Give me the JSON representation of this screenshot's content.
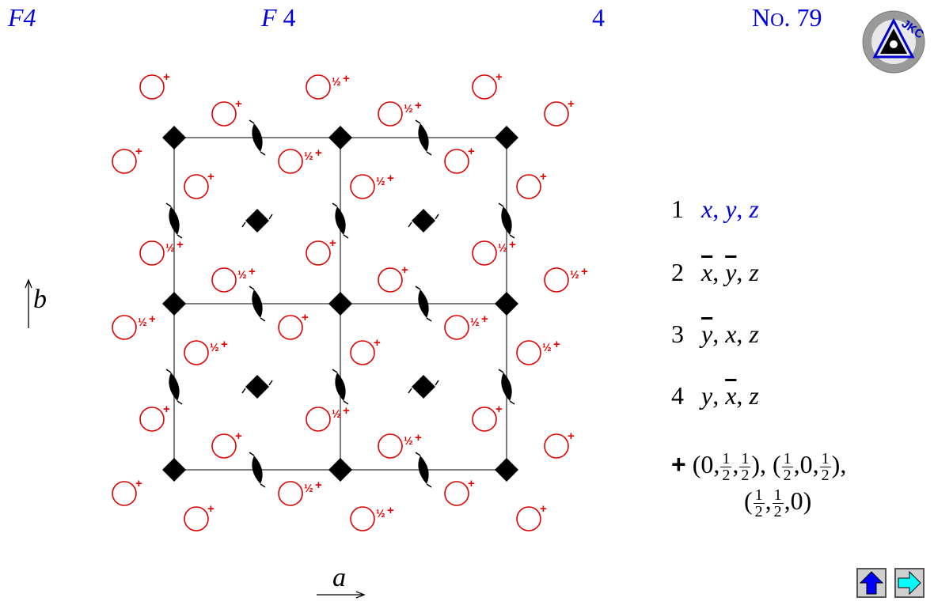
{
  "header": {
    "short_symbol": "F4",
    "full_symbol_letter": "F",
    "full_symbol_number": "4",
    "point_group": "4",
    "number_prefix_big": "N",
    "number_prefix_small": "O",
    "number_value": "79"
  },
  "logo": {
    "label": "JKC",
    "icon": "jkc-logo-icon"
  },
  "axes": {
    "b_label": "b",
    "a_label": "a"
  },
  "marker_labels": {
    "plus": "+",
    "half": "½"
  },
  "coordinates": [
    {
      "index": "1",
      "text": "x, y, z",
      "highlight": true
    },
    {
      "index": "2",
      "text": "x̄, ȳ, z",
      "highlight": false
    },
    {
      "index": "3",
      "text": "ȳ, x, z",
      "highlight": false
    },
    {
      "index": "4",
      "text": "y, x̄, z",
      "highlight": false
    }
  ],
  "coord_parts": {
    "c1": [
      "1",
      "x",
      "y",
      "z"
    ],
    "c2": [
      "2",
      "x",
      "y",
      "z"
    ],
    "c3": [
      "3",
      "y",
      "x",
      "z"
    ],
    "c4": [
      "4",
      "y",
      "x",
      "z"
    ]
  },
  "centering": {
    "plus": "+",
    "zero": "0",
    "one": "1",
    "two": "2"
  },
  "navigation": {
    "up_icon": "arrow-up-icon",
    "next_icon": "arrow-right-icon"
  },
  "colors": {
    "header_blue": "#0000e0",
    "marker_red": "#e00000",
    "symbol_black": "#000000",
    "nav_up_blue": "#0000ff",
    "nav_next_cyan": "#00ffff"
  }
}
